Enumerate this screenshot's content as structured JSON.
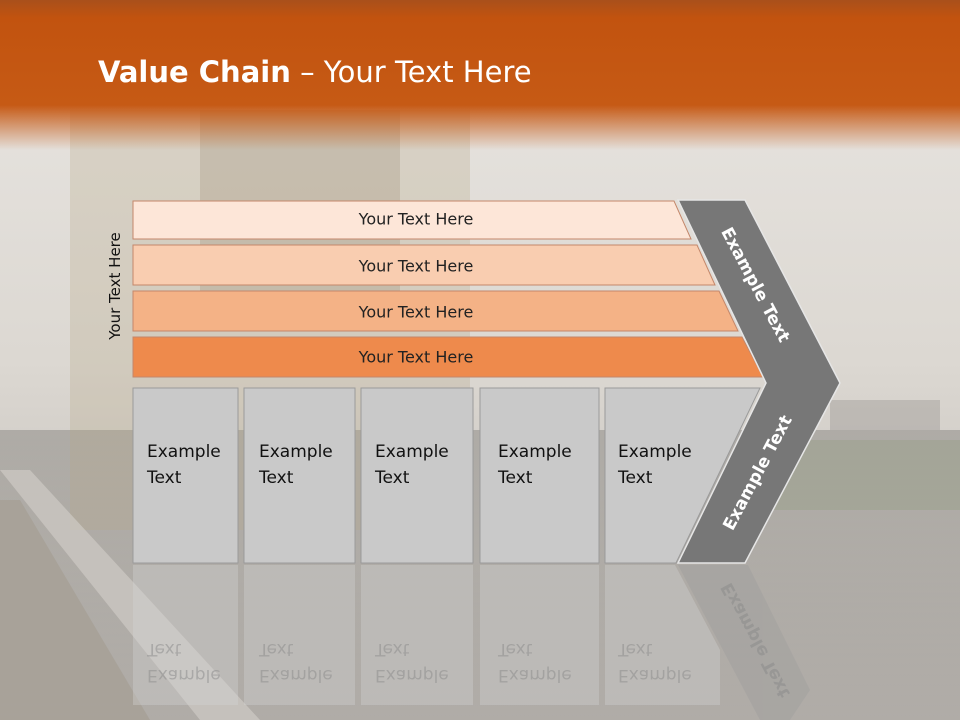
{
  "title": {
    "bold": "Value Chain",
    "rest": " – Your Text Here"
  },
  "side_label": "Your Text Here",
  "bands": [
    "Your Text Here",
    "Your Text Here",
    "Your Text Here",
    "Your Text Here"
  ],
  "boxes": [
    {
      "line1": "Example",
      "line2": "Text"
    },
    {
      "line1": "Example",
      "line2": "Text"
    },
    {
      "line1": "Example",
      "line2": "Text"
    },
    {
      "line1": "Example",
      "line2": "Text"
    },
    {
      "line1": "Example",
      "line2": "Text"
    }
  ],
  "chevron": {
    "upper": "Example Text",
    "lower": "Example Text"
  },
  "colors": {
    "header": "#c25410",
    "band1": "#fde6d8",
    "band2": "#f9cdb0",
    "band3": "#f4b286",
    "band4": "#ee8a4c",
    "box": "#c9c9c9",
    "chevron": "#777777"
  }
}
